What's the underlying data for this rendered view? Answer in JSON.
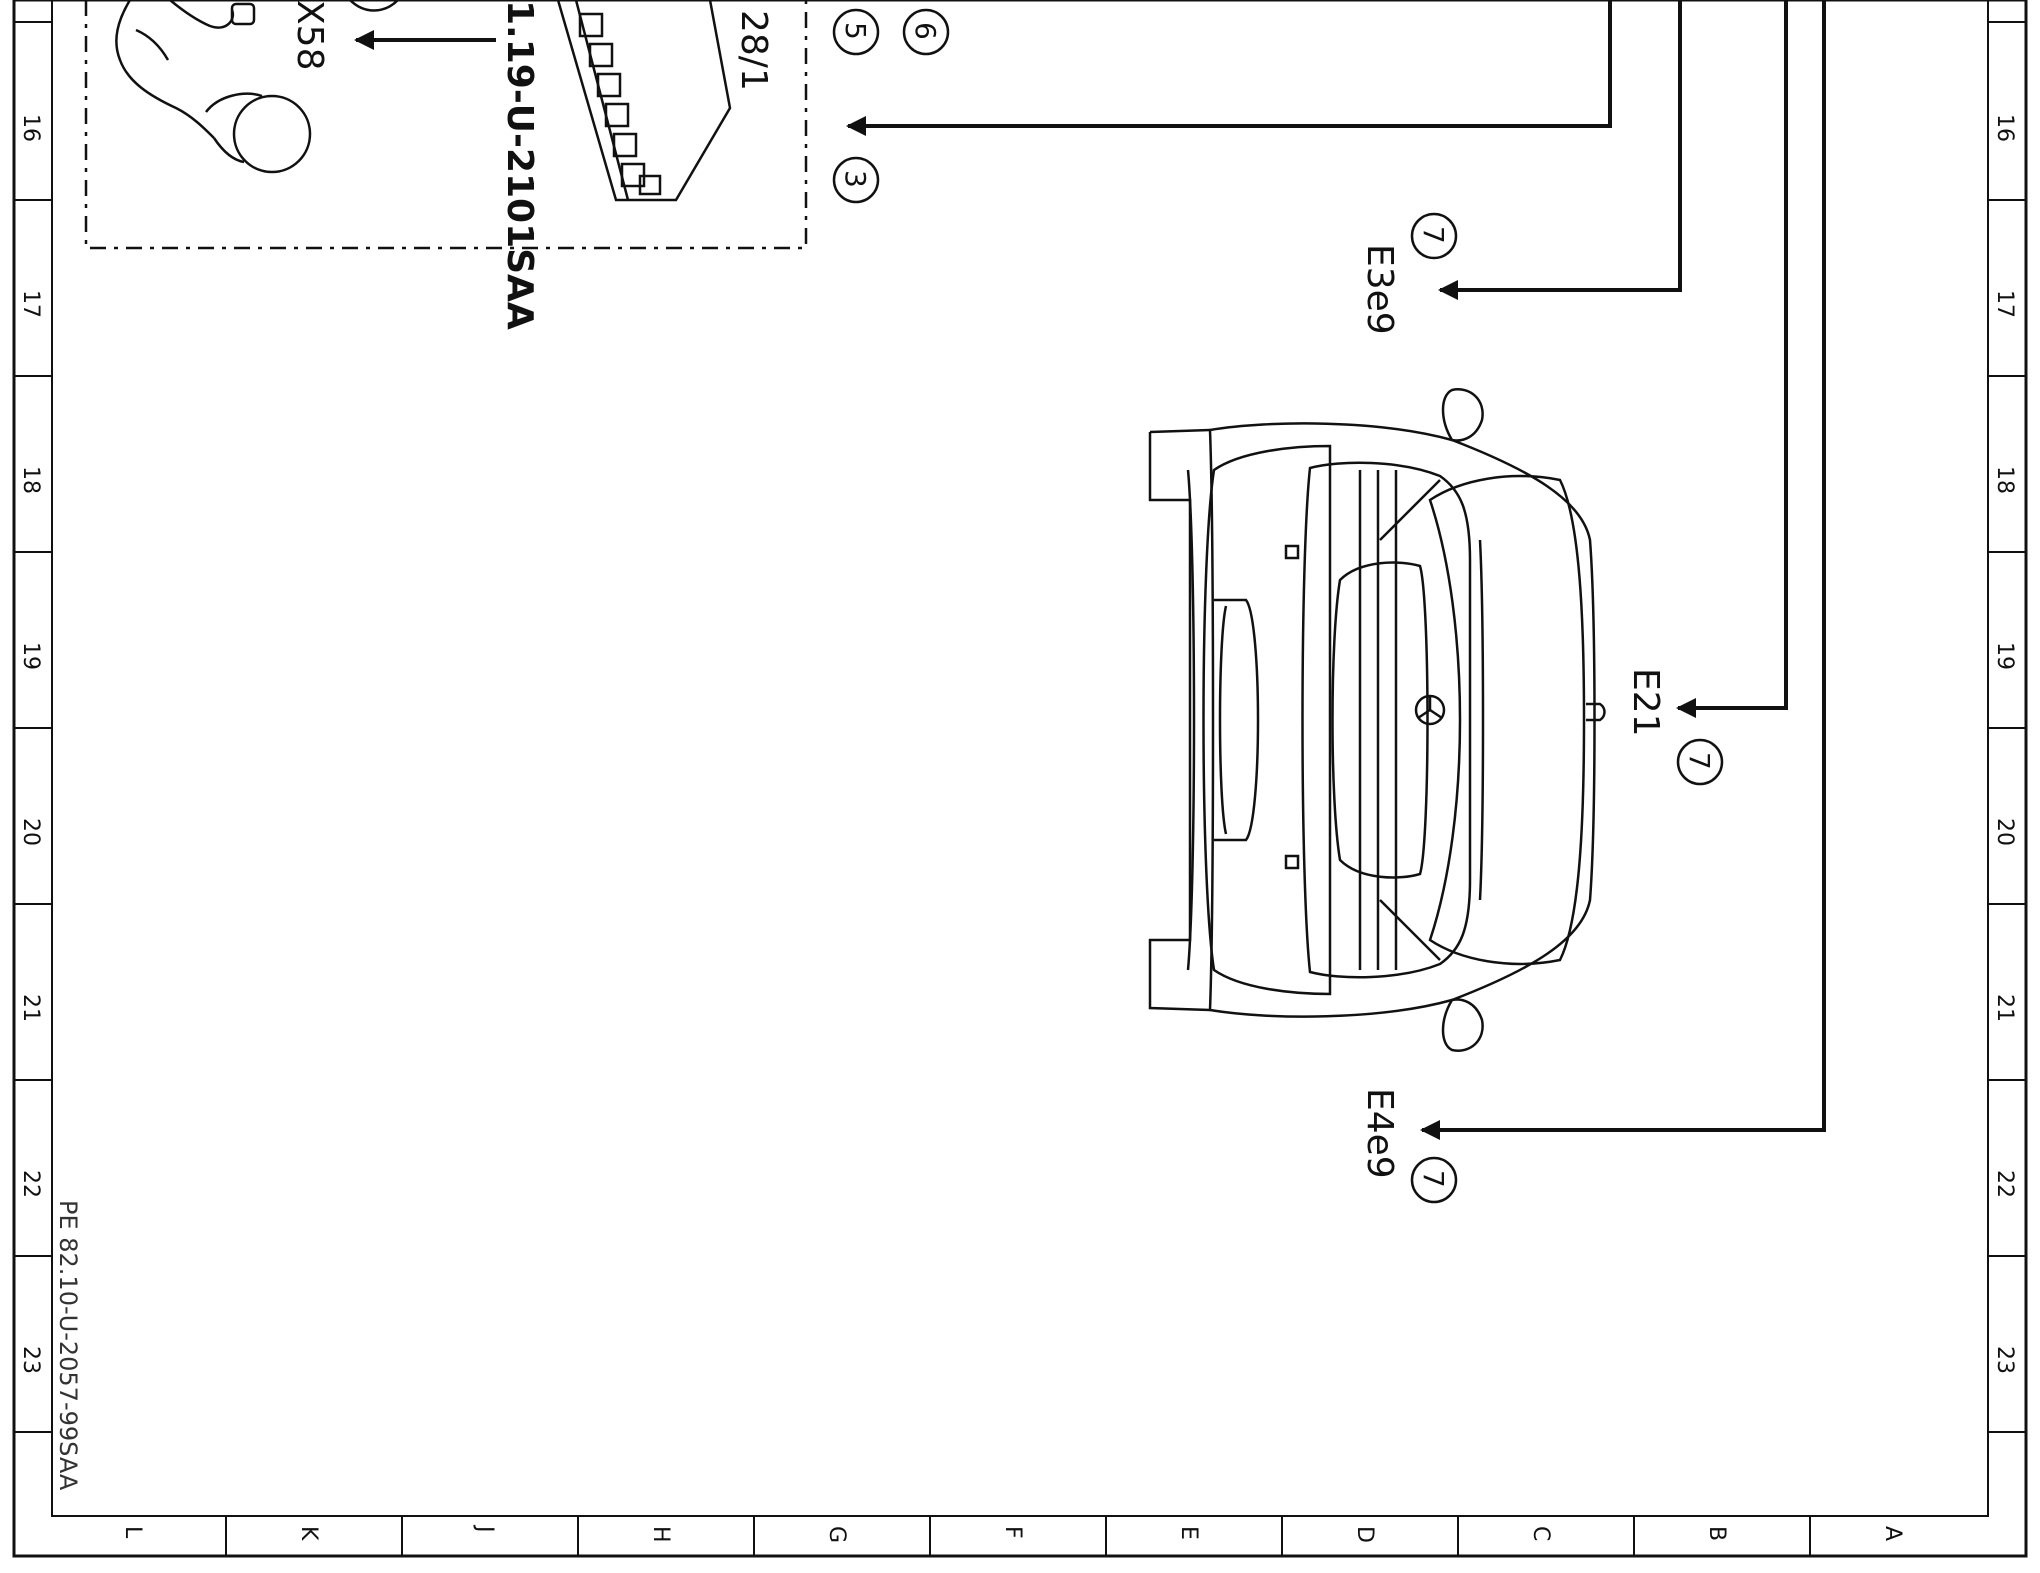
{
  "grid_rows": [
    "16",
    "17",
    "18",
    "19",
    "20",
    "21",
    "22",
    "23"
  ],
  "grid_columns": [
    "L",
    "K",
    "J",
    "H",
    "G",
    "F",
    "E",
    "D",
    "C",
    "B",
    "A"
  ],
  "document_id": "PE 82.10-U-2057-99SAA",
  "inset": {
    "connector_label": "X58",
    "reference_label": "1.19-U-2101SAA",
    "fuse_label": "28/1",
    "callouts": [
      "6",
      "5",
      "3"
    ]
  },
  "components": [
    {
      "id": "E3e9",
      "callout": "7"
    },
    {
      "id": "E21",
      "callout": "7"
    },
    {
      "id": "E4e9",
      "callout": "7"
    }
  ]
}
